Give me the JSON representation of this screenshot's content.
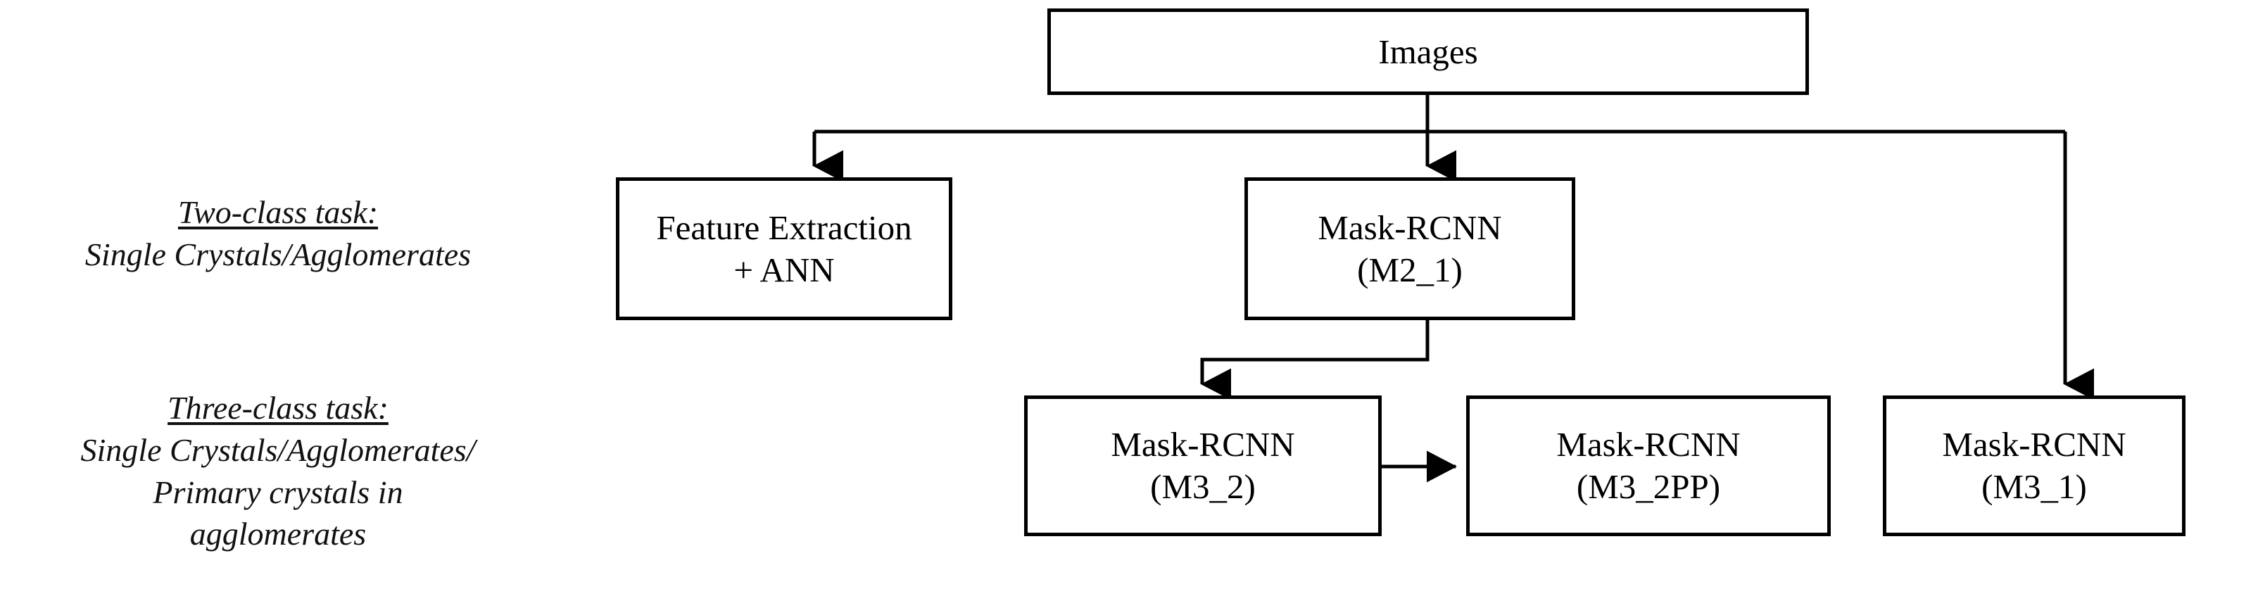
{
  "diagram": {
    "title_visible": false,
    "background_color": "#ffffff",
    "line_color": "#000000",
    "box_border_color": "#000000",
    "labels": {
      "two_class": {
        "heading": "Two-class task:",
        "lines": [
          "Single Crystals/Agglomerates"
        ]
      },
      "three_class": {
        "heading": "Three-class task:",
        "lines": [
          "Single Crystals/Agglomerates/",
          "Primary crystals in",
          "agglomerates"
        ]
      }
    },
    "nodes": {
      "images": {
        "line1": "Images",
        "line2": ""
      },
      "feature_extraction": {
        "line1": "Feature Extraction",
        "line2": "+ ANN"
      },
      "mask_rcnn_m2_1": {
        "line1": "Mask-RCNN",
        "line2": "(M2_1)"
      },
      "mask_rcnn_m3_2": {
        "line1": "Mask-RCNN",
        "line2": "(M3_2)"
      },
      "mask_rcnn_m3_2pp": {
        "line1": "Mask-RCNN",
        "line2": "(M3_2PP)"
      },
      "mask_rcnn_m3_1": {
        "line1": "Mask-RCNN",
        "line2": "(M3_1)"
      }
    },
    "edges": [
      {
        "from": "images",
        "to": "feature_extraction",
        "style": "elbow",
        "arrow": true
      },
      {
        "from": "images",
        "to": "mask_rcnn_m2_1",
        "style": "straight",
        "arrow": true
      },
      {
        "from": "images",
        "to": "mask_rcnn_m3_1",
        "style": "elbow",
        "arrow": true
      },
      {
        "from": "mask_rcnn_m2_1",
        "to": "mask_rcnn_m3_2",
        "style": "elbow",
        "arrow": true
      },
      {
        "from": "mask_rcnn_m3_2",
        "to": "mask_rcnn_m3_2pp",
        "style": "straight",
        "arrow": true
      }
    ]
  }
}
